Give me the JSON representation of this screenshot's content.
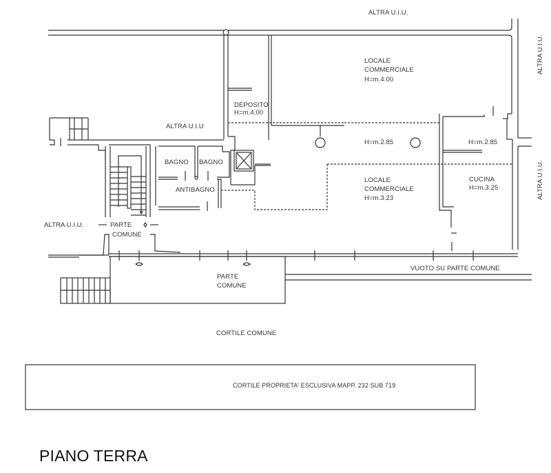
{
  "plan": {
    "title": "PIANO TERRA",
    "labels": {
      "altra_uiu_top": "ALTRA U.I.U.",
      "altra_uiu_right_top": "ALTRA U.I.U.",
      "altra_uiu_right_bottom": "ALTRA U.I.U.",
      "altra_uiu_left_room": "ALTRA U.I.U",
      "altra_uiu_left": "ALTRA U.I.U.",
      "parte_comune_entry_1": "PARTE",
      "parte_comune_entry_2": "COMUNE",
      "parte_comune_bottom_1": "PARTE",
      "parte_comune_bottom_2": "COMUNE",
      "vuoto": "VUOTO SU PARTE COMUNE",
      "cortile_comune": "CORTILE COMUNE",
      "cortile_esclusivo": "CORTILE PROPRIETA' ESCLUSIVA MAPP. 232 SUB 719"
    },
    "rooms": [
      {
        "id": "locale-commerciale-top",
        "name_1": "LOCALE",
        "name_2": "COMMERCIALE",
        "height": "H=m.4.00"
      },
      {
        "id": "deposito",
        "name_1": "DEPOSITO",
        "height": "H=m.4.00"
      },
      {
        "id": "corridor",
        "height": "H=m.2.85"
      },
      {
        "id": "kitchen-upper",
        "height": "H=m.2.85"
      },
      {
        "id": "locale-commerciale-bottom",
        "name_1": "LOCALE",
        "name_2": "COMMERCIALE",
        "height": "H=m.3.23"
      },
      {
        "id": "cucina",
        "name_1": "CUCINA",
        "height": "H=m.3.25"
      },
      {
        "id": "bagno-1",
        "name_1": "BAGNO"
      },
      {
        "id": "bagno-2",
        "name_1": "BAGNO"
      },
      {
        "id": "antibagno",
        "name_1": "ANTIBAGNO"
      }
    ]
  }
}
